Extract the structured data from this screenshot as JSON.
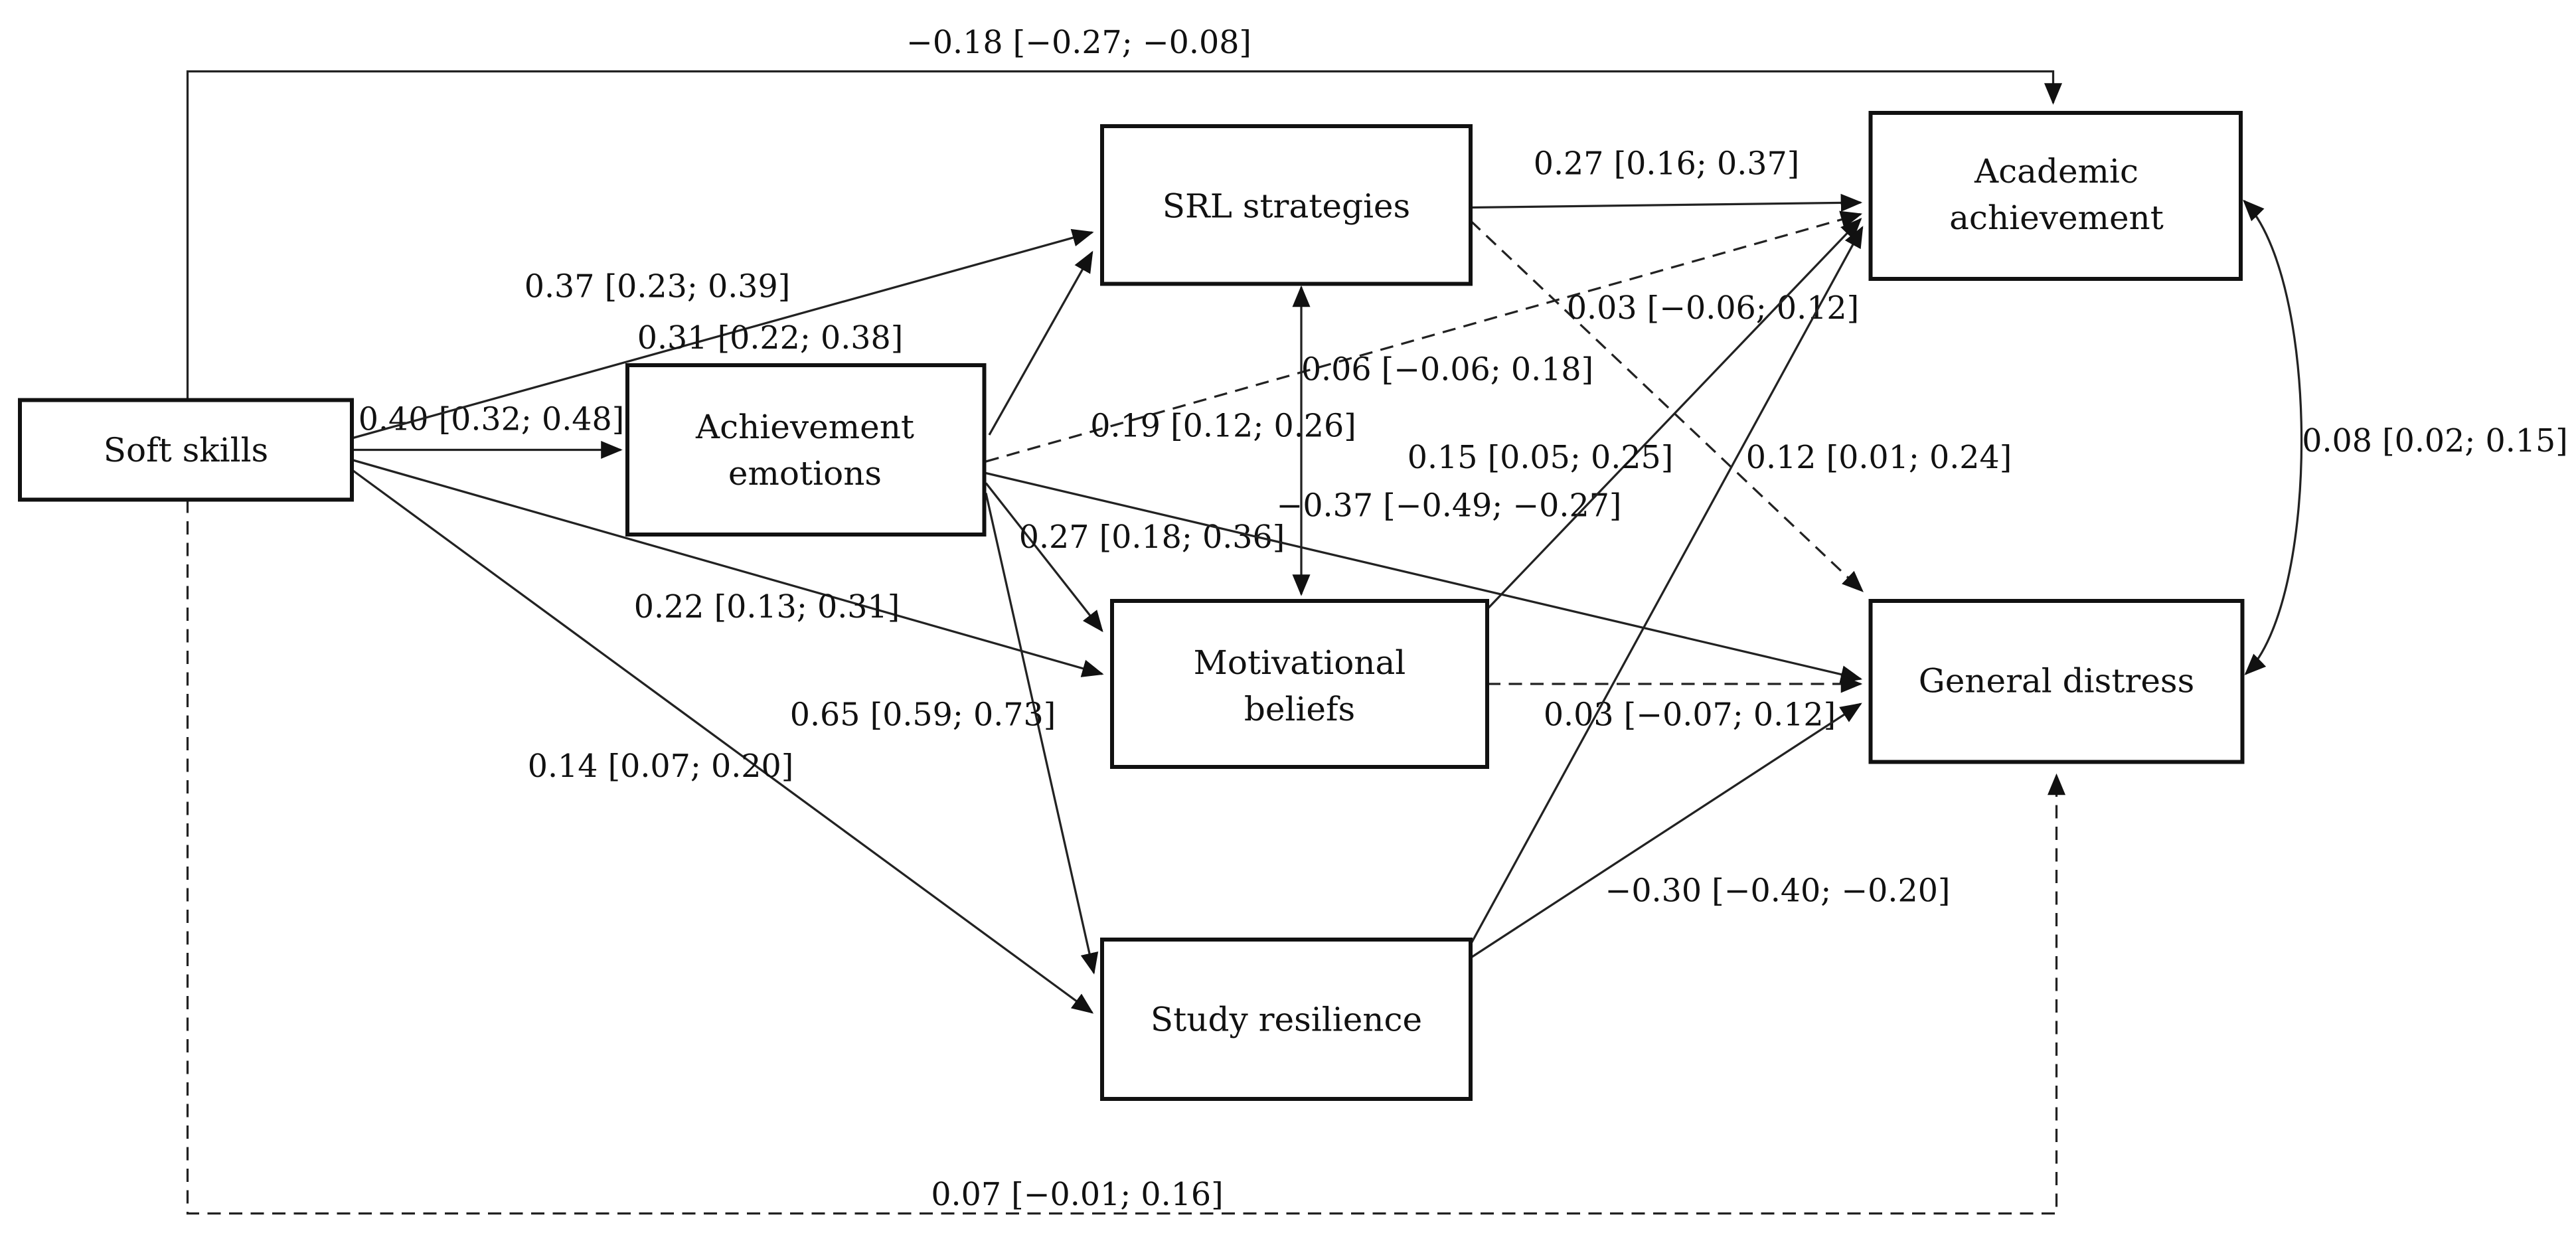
{
  "figure": {
    "type": "path-diagram",
    "description_colors": {
      "background": "#ffffff",
      "line": "#222222",
      "box_fill": "#ffffff",
      "text": "#111111"
    }
  },
  "nodes": {
    "soft_skills": {
      "line1": "Soft skills",
      "line2": ""
    },
    "achievement_emotions": {
      "line1": "Achievement",
      "line2": "emotions"
    },
    "srl_strategies": {
      "line1": "SRL strategies",
      "line2": ""
    },
    "motivational_beliefs": {
      "line1": "Motivational",
      "line2": "beliefs"
    },
    "study_resilience": {
      "line1": "Study resilience",
      "line2": ""
    },
    "academic_achievement": {
      "line1": "Academic",
      "line2": "achievement"
    },
    "general_distress": {
      "line1": "General distress",
      "line2": ""
    }
  },
  "edges": [
    {
      "from": "soft_skills",
      "to": "achievement_emotions",
      "style": "solid",
      "direction": "directed",
      "value": 0.4,
      "ci": "[0.32; 0.48]",
      "label": "0.40 [0.32; 0.48]"
    },
    {
      "from": "soft_skills",
      "to": "srl_strategies",
      "style": "solid",
      "direction": "directed",
      "value": 0.37,
      "ci": "[0.23; 0.39]",
      "label": "0.37 [0.23; 0.39]"
    },
    {
      "from": "soft_skills",
      "to": "motivational_beliefs",
      "style": "solid",
      "direction": "directed",
      "value": 0.22,
      "ci": "[0.13; 0.31]",
      "label": "0.22 [0.13; 0.31]"
    },
    {
      "from": "soft_skills",
      "to": "study_resilience",
      "style": "solid",
      "direction": "directed",
      "value": 0.14,
      "ci": "[0.07; 0.20]",
      "label": "0.14 [0.07; 0.20]"
    },
    {
      "from": "soft_skills",
      "to": "academic_achievement",
      "style": "solid",
      "direction": "directed",
      "value": -0.18,
      "ci": "[−0.27; −0.08]",
      "label": "−0.18 [−0.27; −0.08]"
    },
    {
      "from": "soft_skills",
      "to": "general_distress",
      "style": "dashed",
      "direction": "directed",
      "value": 0.07,
      "ci": "[−0.01; 0.16]",
      "label": "0.07 [−0.01; 0.16]"
    },
    {
      "from": "achievement_emotions",
      "to": "srl_strategies",
      "style": "solid",
      "direction": "directed",
      "value": 0.31,
      "ci": "[0.22; 0.38]",
      "label": "0.31 [0.22; 0.38]"
    },
    {
      "from": "achievement_emotions",
      "to": "motivational_beliefs",
      "style": "solid",
      "direction": "directed",
      "value": 0.27,
      "ci": "[0.18; 0.36]",
      "label": "0.27 [0.18; 0.36]"
    },
    {
      "from": "achievement_emotions",
      "to": "study_resilience",
      "style": "solid",
      "direction": "directed",
      "value": 0.65,
      "ci": "[0.59; 0.73]",
      "label": "0.65 [0.59; 0.73]"
    },
    {
      "from": "achievement_emotions",
      "to": "general_distress",
      "style": "solid",
      "direction": "directed",
      "value": -0.37,
      "ci": "[−0.49; −0.27]",
      "label": "−0.37 [−0.49; −0.27]"
    },
    {
      "from": "achievement_emotions",
      "to": "academic_achievement",
      "style": "dashed",
      "direction": "directed",
      "value": 0.06,
      "ci": "[−0.06; 0.18]",
      "label": "0.06 [−0.06; 0.18]"
    },
    {
      "from": "srl_strategies",
      "to": "academic_achievement",
      "style": "solid",
      "direction": "directed",
      "value": 0.27,
      "ci": "[0.16; 0.37]",
      "label": "0.27 [0.16; 0.37]"
    },
    {
      "from": "srl_strategies",
      "to": "general_distress",
      "style": "dashed",
      "direction": "directed",
      "value": 0.03,
      "ci": "[−0.06; 0.12]",
      "label": "0.03 [−0.06; 0.12]"
    },
    {
      "from": "motivational_beliefs",
      "to": "academic_achievement",
      "style": "solid",
      "direction": "directed",
      "value": 0.15,
      "ci": "[0.05; 0.25]",
      "label": "0.15 [0.05; 0.25]"
    },
    {
      "from": "motivational_beliefs",
      "to": "general_distress",
      "style": "dashed",
      "direction": "directed",
      "value": 0.03,
      "ci": "[−0.07; 0.12]",
      "label": "0.03 [−0.07; 0.12]"
    },
    {
      "from": "study_resilience",
      "to": "academic_achievement",
      "style": "solid",
      "direction": "directed",
      "value": 0.12,
      "ci": "[0.01; 0.24]",
      "label": "0.12 [0.01; 0.24]"
    },
    {
      "from": "study_resilience",
      "to": "general_distress",
      "style": "solid",
      "direction": "directed",
      "value": -0.3,
      "ci": "[−0.40; −0.20]",
      "label": "−0.30 [−0.40; −0.20]"
    },
    {
      "from": "srl_strategies",
      "to": "motivational_beliefs",
      "style": "solid",
      "direction": "bidirectional",
      "value": 0.19,
      "ci": "[0.12; 0.26]",
      "label": "0.19 [0.12; 0.26]"
    },
    {
      "from": "academic_achievement",
      "to": "general_distress",
      "style": "solid",
      "direction": "bidirectional",
      "value": 0.08,
      "ci": "[0.02; 0.15]",
      "label": "0.08 [0.02; 0.15]"
    }
  ]
}
